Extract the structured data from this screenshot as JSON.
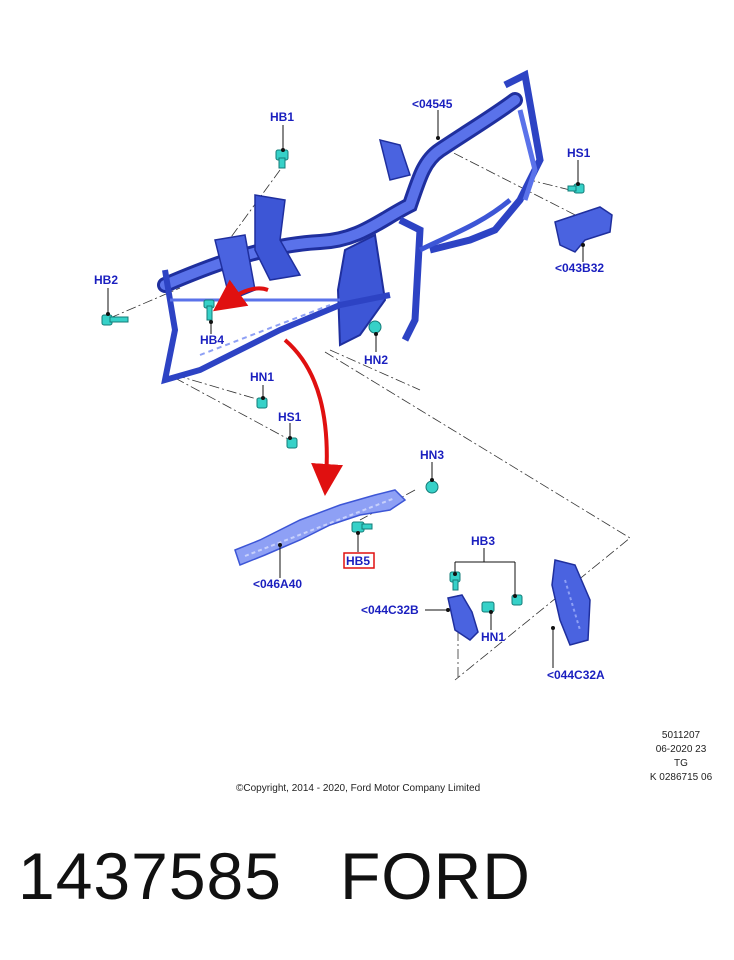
{
  "callouts": {
    "hb1": "HB1",
    "p04545": "<04545",
    "hs1_top": "HS1",
    "p043b32": "<043B32",
    "hb2": "HB2",
    "hb4": "HB4",
    "hn2": "HN2",
    "hn1_mid": "HN1",
    "hs1_mid": "HS1",
    "hn3": "HN3",
    "hb5": "HB5",
    "p046a40": "<046A40",
    "hb3": "HB3",
    "p044c32b": "<044C32B",
    "hn1_bot": "HN1",
    "p044c32a": "<044C32A"
  },
  "meta": {
    "line1": "5011207",
    "line2": "06-2020 23",
    "line3": "TG",
    "line4": "K 0286715 06"
  },
  "copyright": "©Copyright, 2014 - 2020, Ford Motor Company Limited",
  "footer": {
    "part_number": "1437585",
    "brand": "FORD"
  },
  "colors": {
    "frame": "#3d56d6",
    "frame_dark": "#1f2f9e",
    "fastener": "#36d1c8",
    "label": "#1a1fbf",
    "arrow": "#e01010",
    "highlight_box": "#e01010"
  }
}
